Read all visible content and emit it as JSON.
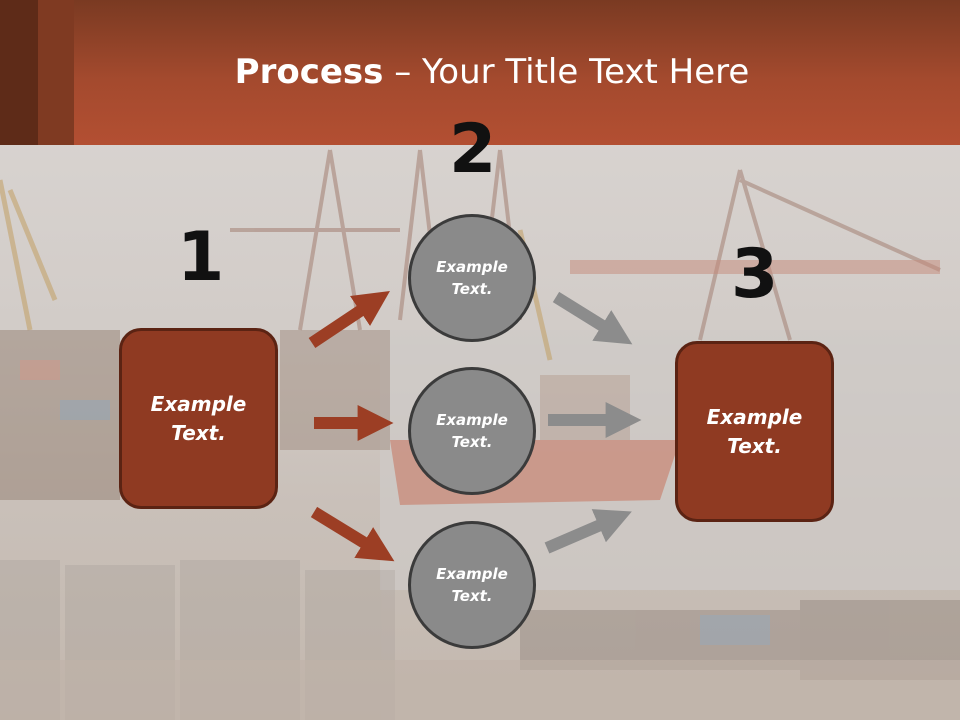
{
  "slide": {
    "title_bold": "Process",
    "title_dash": " – ",
    "title_rest": "Your Title Text Here",
    "step_numbers": [
      "1",
      "2",
      "3"
    ],
    "left_box": "Example Text.",
    "circles": [
      "Example Text.",
      "Example Text.",
      "Example Text."
    ],
    "right_box": "Example Text."
  },
  "colors": {
    "header": "#a44a2e",
    "box_fill": "#8f3a22",
    "circle_fill": "#8a8a8a",
    "red_arrow": "#9c3e24",
    "gray_arrow": "#8c8c8c"
  }
}
